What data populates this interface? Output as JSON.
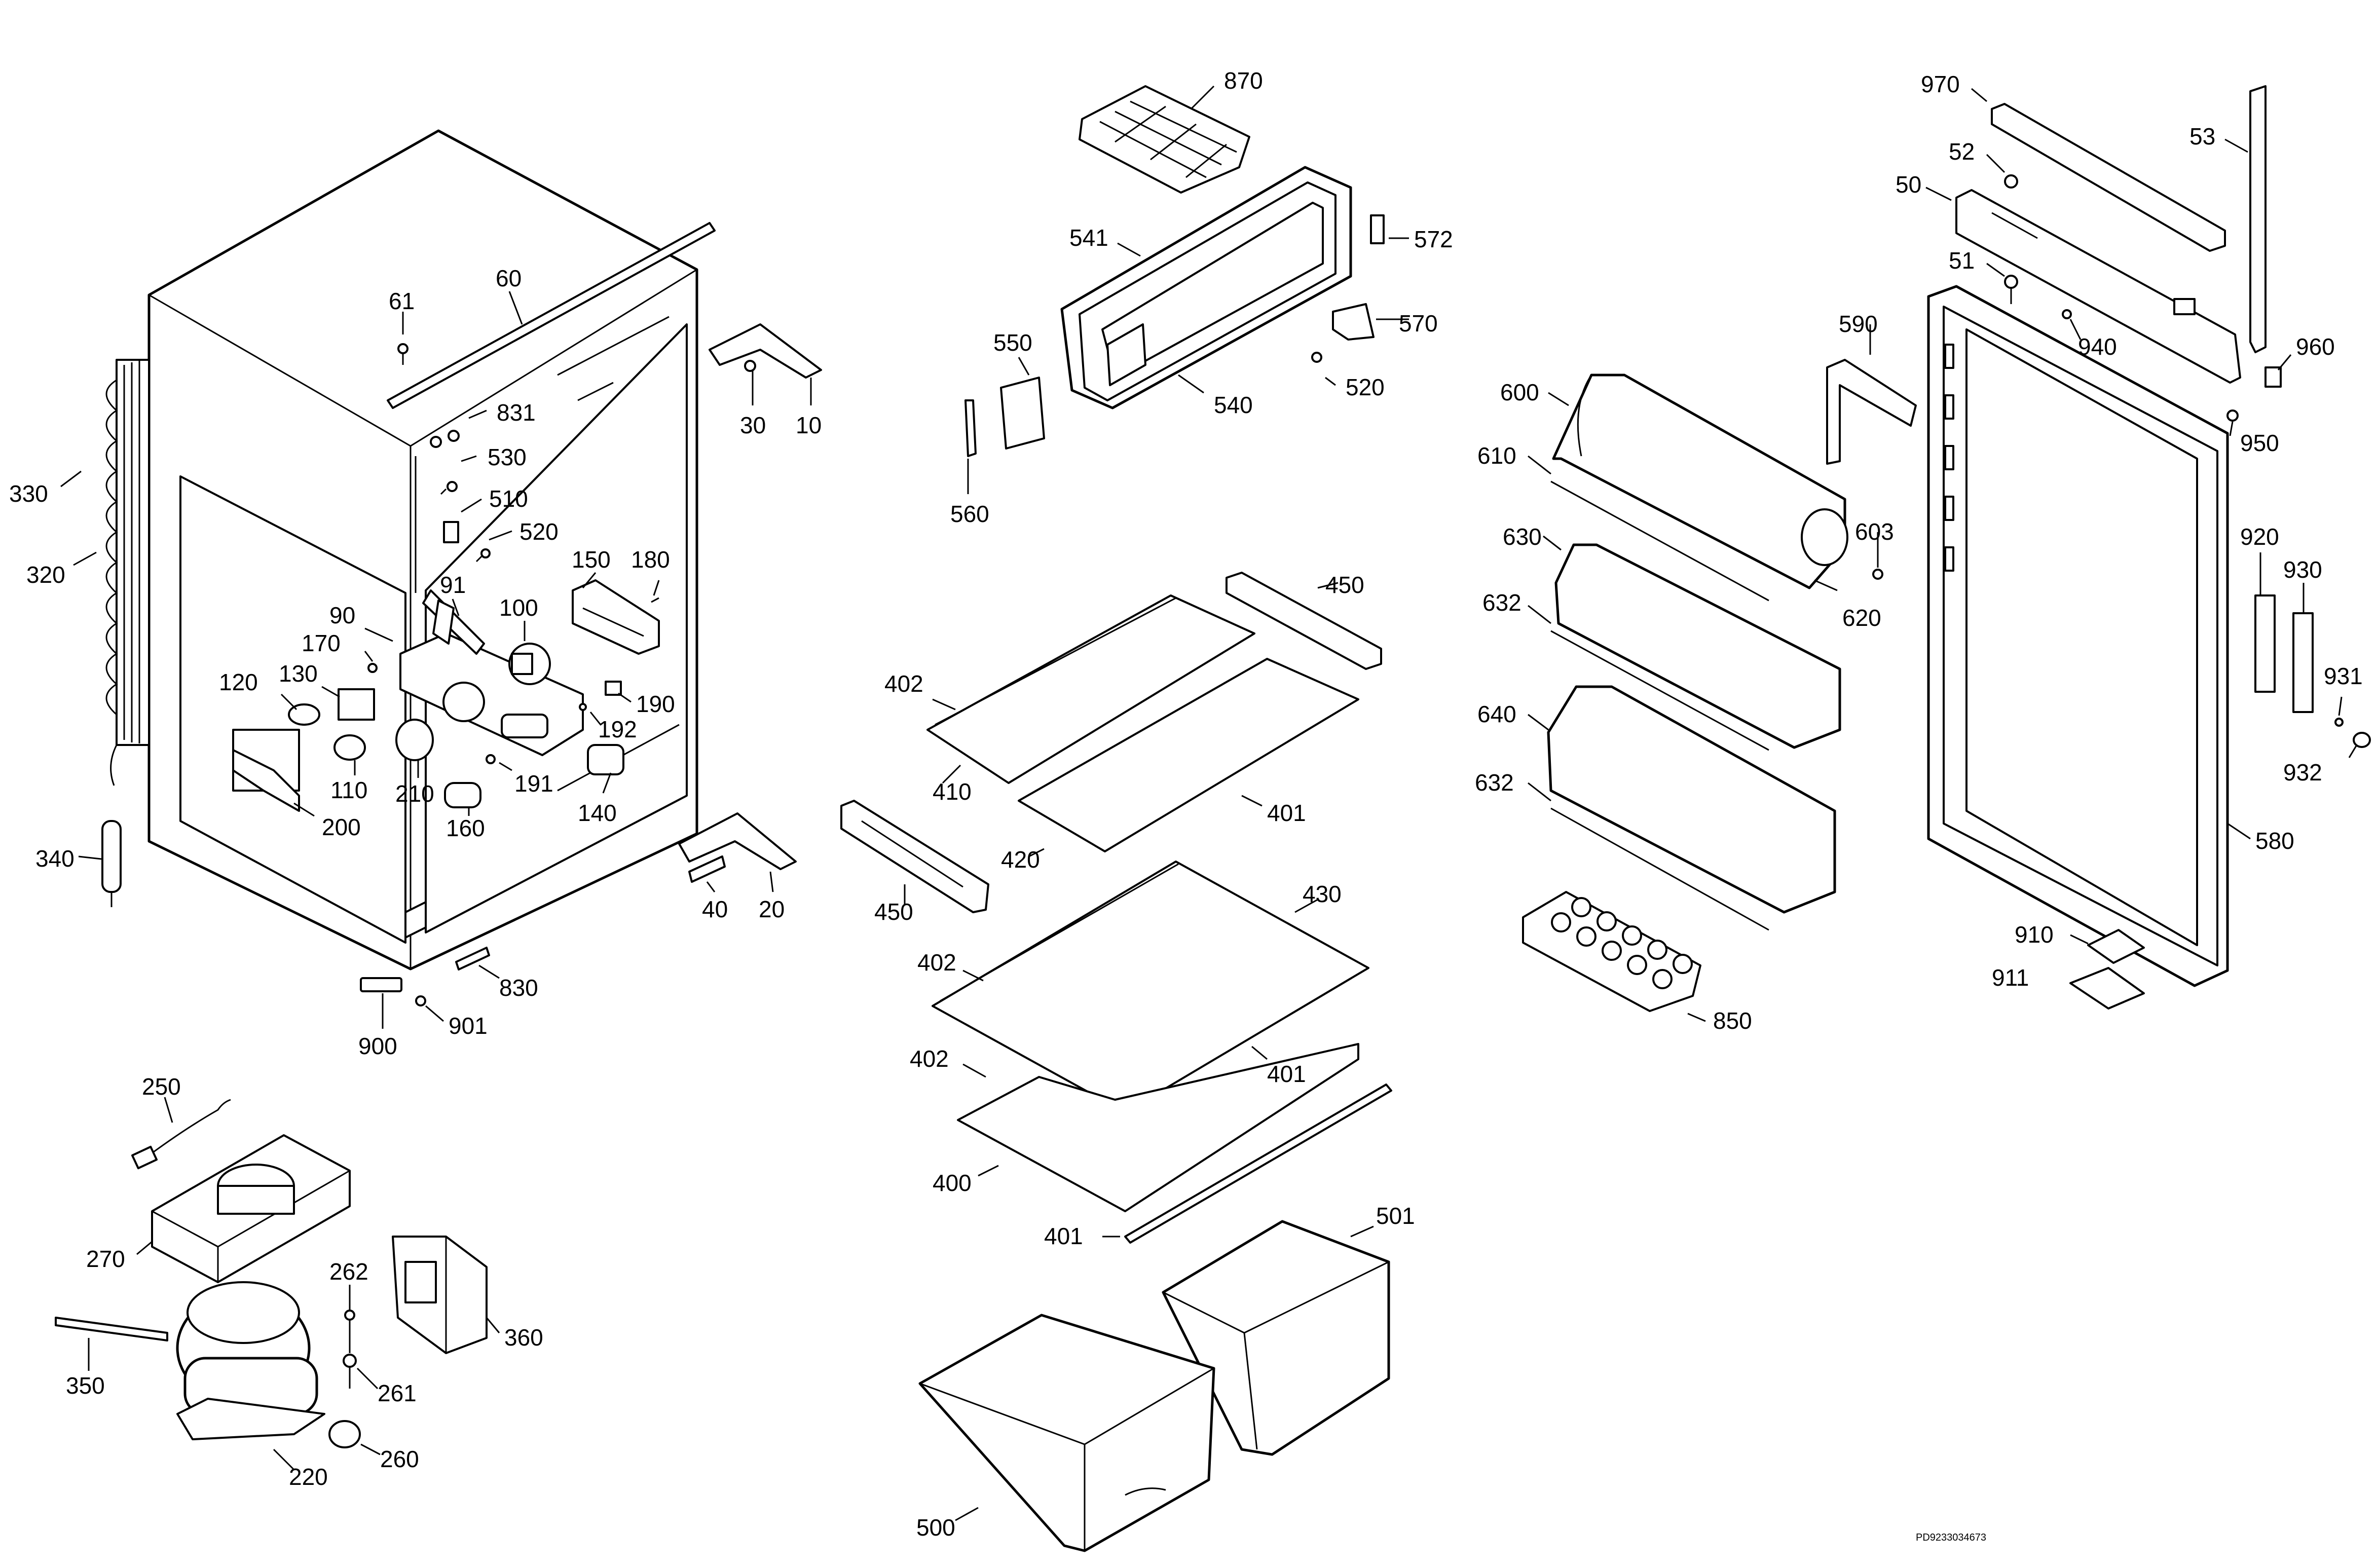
{
  "diagram": {
    "drawing_code": "PD9233034673",
    "callouts": [
      {
        "id": "c870",
        "text": "870"
      },
      {
        "id": "c541",
        "text": "541"
      },
      {
        "id": "c572",
        "text": "572"
      },
      {
        "id": "c550",
        "text": "550"
      },
      {
        "id": "c570",
        "text": "570"
      },
      {
        "id": "c520b",
        "text": "520"
      },
      {
        "id": "c540",
        "text": "540"
      },
      {
        "id": "c560",
        "text": "560"
      },
      {
        "id": "c450a",
        "text": "450"
      },
      {
        "id": "c402a",
        "text": "402"
      },
      {
        "id": "c410",
        "text": "410"
      },
      {
        "id": "c401a",
        "text": "401"
      },
      {
        "id": "c420",
        "text": "420"
      },
      {
        "id": "c450b",
        "text": "450"
      },
      {
        "id": "c430",
        "text": "430"
      },
      {
        "id": "c402b",
        "text": "402"
      },
      {
        "id": "c401b",
        "text": "401"
      },
      {
        "id": "c402c",
        "text": "402"
      },
      {
        "id": "c400",
        "text": "400"
      },
      {
        "id": "c401c",
        "text": "401"
      },
      {
        "id": "c501",
        "text": "501"
      },
      {
        "id": "c500",
        "text": "500"
      },
      {
        "id": "c61",
        "text": "61"
      },
      {
        "id": "c60",
        "text": "60"
      },
      {
        "id": "c831",
        "text": "831"
      },
      {
        "id": "c530",
        "text": "530"
      },
      {
        "id": "c510",
        "text": "510"
      },
      {
        "id": "c520a",
        "text": "520"
      },
      {
        "id": "c30",
        "text": "30"
      },
      {
        "id": "c10",
        "text": "10"
      },
      {
        "id": "c330",
        "text": "330"
      },
      {
        "id": "c320",
        "text": "320"
      },
      {
        "id": "c340",
        "text": "340"
      },
      {
        "id": "c91",
        "text": "91"
      },
      {
        "id": "c150",
        "text": "150"
      },
      {
        "id": "c180",
        "text": "180"
      },
      {
        "id": "c90",
        "text": "90"
      },
      {
        "id": "c100",
        "text": "100"
      },
      {
        "id": "c170",
        "text": "170"
      },
      {
        "id": "c130",
        "text": "130"
      },
      {
        "id": "c120",
        "text": "120"
      },
      {
        "id": "c190",
        "text": "190"
      },
      {
        "id": "c192",
        "text": "192"
      },
      {
        "id": "c191",
        "text": "191"
      },
      {
        "id": "c110",
        "text": "110"
      },
      {
        "id": "c210",
        "text": "210"
      },
      {
        "id": "c140",
        "text": "140"
      },
      {
        "id": "c160",
        "text": "160"
      },
      {
        "id": "c200",
        "text": "200"
      },
      {
        "id": "c40",
        "text": "40"
      },
      {
        "id": "c20",
        "text": "20"
      },
      {
        "id": "c830",
        "text": "830"
      },
      {
        "id": "c900",
        "text": "900"
      },
      {
        "id": "c901",
        "text": "901"
      },
      {
        "id": "c250",
        "text": "250"
      },
      {
        "id": "c270",
        "text": "270"
      },
      {
        "id": "c262",
        "text": "262"
      },
      {
        "id": "c360",
        "text": "360"
      },
      {
        "id": "c350",
        "text": "350"
      },
      {
        "id": "c261",
        "text": "261"
      },
      {
        "id": "c260",
        "text": "260"
      },
      {
        "id": "c220",
        "text": "220"
      },
      {
        "id": "c970",
        "text": "970"
      },
      {
        "id": "c53",
        "text": "53"
      },
      {
        "id": "c52",
        "text": "52"
      },
      {
        "id": "c50",
        "text": "50"
      },
      {
        "id": "c51",
        "text": "51"
      },
      {
        "id": "c940",
        "text": "940"
      },
      {
        "id": "c960",
        "text": "960"
      },
      {
        "id": "c590",
        "text": "590"
      },
      {
        "id": "c950",
        "text": "950"
      },
      {
        "id": "c600",
        "text": "600"
      },
      {
        "id": "c610",
        "text": "610"
      },
      {
        "id": "c630",
        "text": "630"
      },
      {
        "id": "c603",
        "text": "603"
      },
      {
        "id": "c620",
        "text": "620"
      },
      {
        "id": "c632a",
        "text": "632"
      },
      {
        "id": "c920",
        "text": "920"
      },
      {
        "id": "c930",
        "text": "930"
      },
      {
        "id": "c640",
        "text": "640"
      },
      {
        "id": "c931",
        "text": "931"
      },
      {
        "id": "c632b",
        "text": "632"
      },
      {
        "id": "c932",
        "text": "932"
      },
      {
        "id": "c580",
        "text": "580"
      },
      {
        "id": "c910",
        "text": "910"
      },
      {
        "id": "c911",
        "text": "911"
      },
      {
        "id": "c850",
        "text": "850"
      }
    ]
  }
}
